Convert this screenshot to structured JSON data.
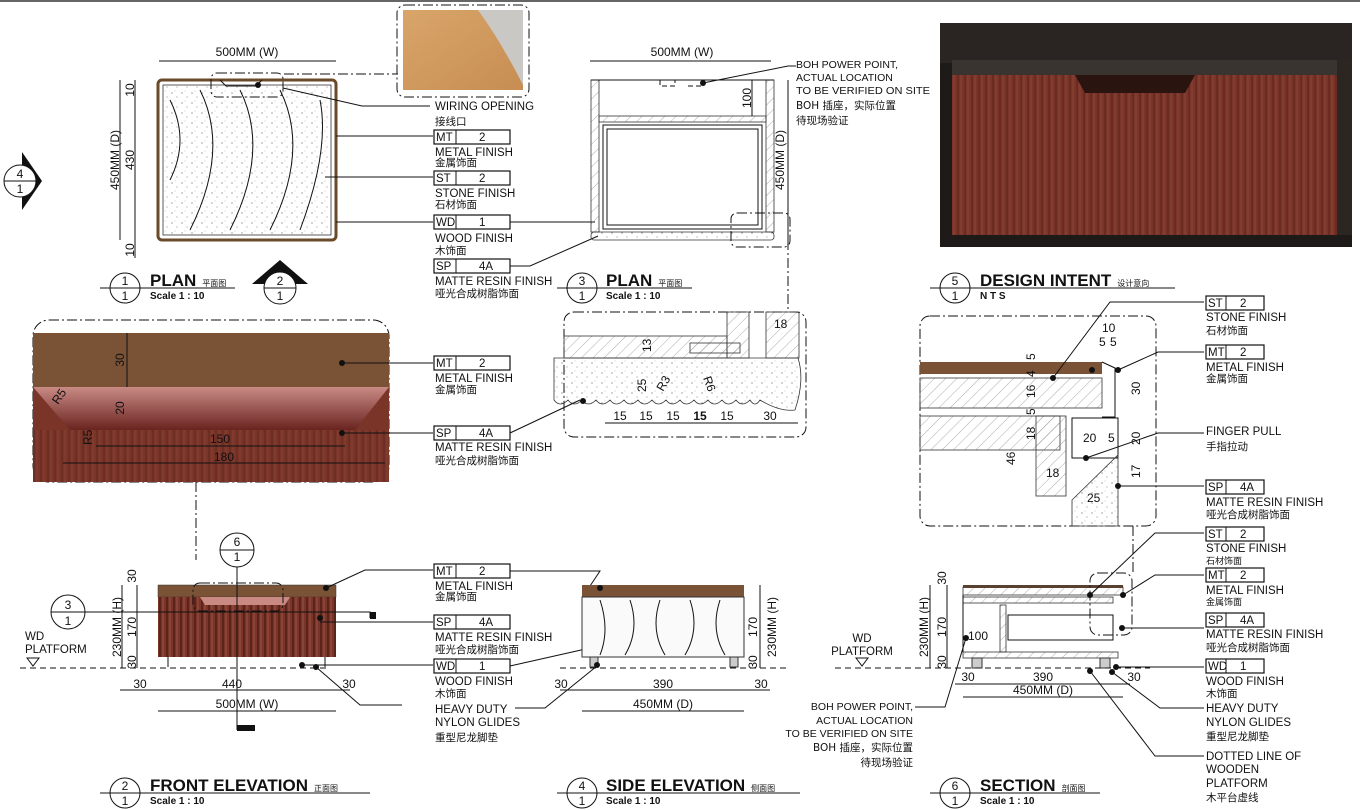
{
  "views": {
    "plan1": {
      "num": "1",
      "sheet": "1",
      "title": "PLAN",
      "title_cn": "平面图",
      "scale": "Scale 1 : 10"
    },
    "plan3": {
      "num": "3",
      "sheet": "1",
      "title": "PLAN",
      "title_cn": "平面图",
      "scale": "Scale 1 : 10"
    },
    "design5": {
      "num": "5",
      "sheet": "1",
      "title": "DESIGN INTENT",
      "title_cn": "设计意向",
      "scale": "N T S"
    },
    "front2": {
      "num": "2",
      "sheet": "1",
      "title": "FRONT ELEVATION",
      "title_cn": "正面图",
      "scale": "Scale 1 : 10"
    },
    "side4": {
      "num": "4",
      "sheet": "1",
      "title": "SIDE ELEVATION",
      "title_cn": "侧面图",
      "scale": "Scale 1 : 10"
    },
    "section6": {
      "num": "6",
      "sheet": "1",
      "title": "SECTION",
      "title_cn": "剖面图",
      "scale": "Scale 1 : 10"
    }
  },
  "markers": {
    "m4": {
      "num": "4",
      "sheet": "1"
    },
    "m2": {
      "num": "2",
      "sheet": "1"
    },
    "m6": {
      "num": "6",
      "sheet": "1"
    },
    "m3": {
      "num": "3",
      "sheet": "1"
    }
  },
  "finishes": {
    "MT": {
      "code": "MT",
      "value": "2",
      "label": "METAL FINISH",
      "label_cn": "金属饰面"
    },
    "ST": {
      "code": "ST",
      "value": "2",
      "label": "STONE FINISH",
      "label_cn": "石材饰面"
    },
    "WD": {
      "code": "WD",
      "value": "1",
      "label": "WOOD FINISH",
      "label_cn": "木饰面"
    },
    "SP": {
      "code": "SP",
      "value": "4A",
      "label": "MATTE RESIN FINISH",
      "label_cn": "哑光合成树脂饰面"
    }
  },
  "notes": {
    "wiring": "WIRING OPENING",
    "wiring_cn": "接线口",
    "boh": [
      "BOH POWER POINT,",
      "ACTUAL LOCATION",
      "TO BE VERIFIED ON SITE",
      "BOH 插座，实际位置",
      "待现场验证"
    ],
    "finger_pull": "FINGER PULL",
    "finger_pull_cn": "手指拉动",
    "glides": [
      "HEAVY DUTY",
      "NYLON GLIDES",
      "重型尼龙脚垫"
    ],
    "dotted": [
      "DOTTED LINE OF",
      "WOODEN",
      "PLATFORM",
      "木平台虚线"
    ],
    "platform": [
      "WD",
      "PLATFORM"
    ]
  },
  "dims": {
    "w500": "500MM (W)",
    "d450": "450MM (D)",
    "h230": "230MM (H)",
    "plan1": [
      "10",
      "430",
      "10"
    ],
    "plan3": [
      "100"
    ],
    "detail_front": [
      "30",
      "20",
      "R5",
      "R5",
      "150",
      "180"
    ],
    "detail_plan": [
      "13",
      "25",
      "R3",
      "R6",
      "18",
      "15",
      "15",
      "15",
      "15",
      "15",
      "30"
    ],
    "detail_section": [
      "10",
      "5",
      "5",
      "5",
      "4",
      "16",
      "5",
      "18",
      "46",
      "30",
      "20",
      "5",
      "20",
      "17",
      "18",
      "25"
    ],
    "front": [
      "30",
      "170",
      "30",
      "30",
      "440",
      "30"
    ],
    "side": [
      "170",
      "30",
      "390",
      "30"
    ],
    "section": [
      "30",
      "170",
      "30",
      "100",
      "30",
      "390",
      "30"
    ]
  },
  "colors": {
    "wood_top": "#7a5236",
    "resin": "#7a3428",
    "photo_bg": "#1e1a18"
  }
}
